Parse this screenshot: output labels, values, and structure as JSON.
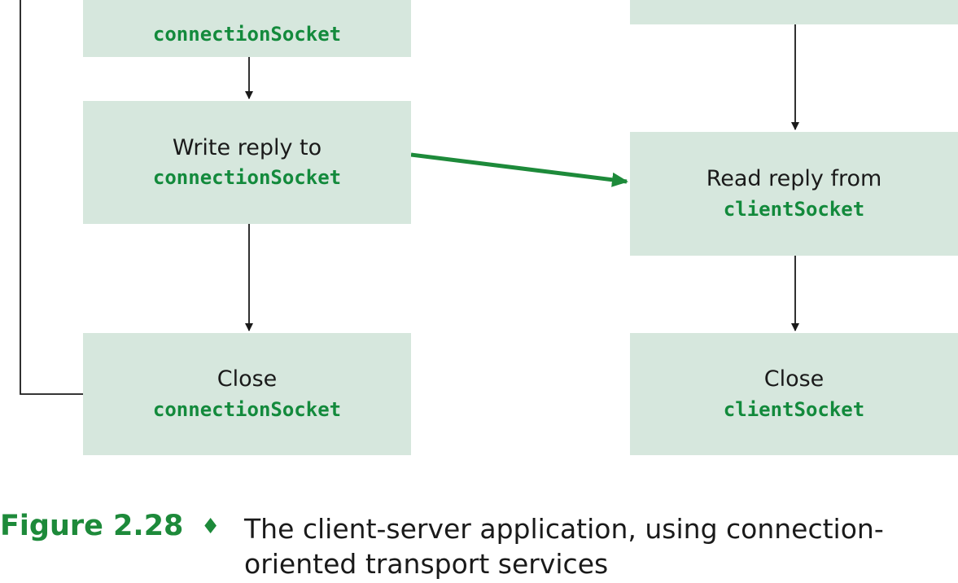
{
  "colors": {
    "box_bg": "#d6e7dd",
    "code": "#138a3c",
    "accent": "#1d8a3a",
    "line": "#1a1a1a"
  },
  "server": {
    "top_box": {
      "line2": "connectionSocket"
    },
    "write_box": {
      "line1": "Write reply to",
      "line2": "connectionSocket"
    },
    "close_box": {
      "line1": "Close",
      "line2": "connectionSocket"
    }
  },
  "client": {
    "read_box": {
      "line1": "Read reply from",
      "line2": "clientSocket"
    },
    "close_box": {
      "line1": "Close",
      "line2": "clientSocket"
    }
  },
  "caption": {
    "label": "Figure 2.28",
    "separator": "♦",
    "text": "The client-server application, using connection-oriented transport services"
  }
}
